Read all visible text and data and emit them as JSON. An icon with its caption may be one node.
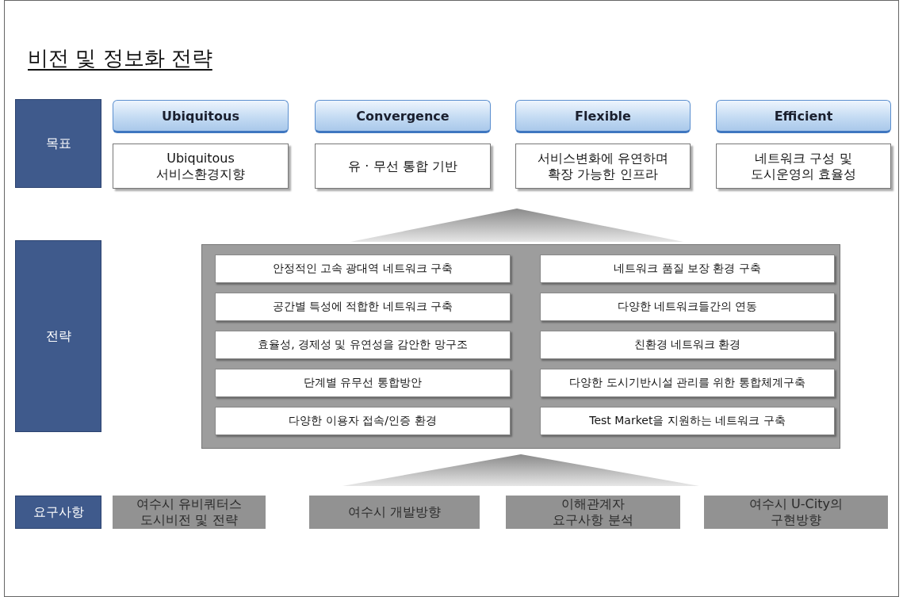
{
  "diagram": {
    "title": "비전 및 정보화 전략",
    "nodes": [
      {
        "text": [
          "목표"
        ]
      },
      {
        "text": [
          "Ubiquitous"
        ]
      },
      {
        "text": [
          "Convergence"
        ]
      },
      {
        "text": [
          "Flexible"
        ]
      },
      {
        "text": [
          "Efficient"
        ]
      },
      {
        "text": [
          "Ubiquitous 서비스환경지향"
        ]
      },
      {
        "text": [
          "유 · 무선 통합 기반"
        ]
      },
      {
        "text": [
          "서비스변화에 유연하며 확장 가능한 인프라"
        ]
      },
      {
        "text": [
          "네트워크 구성 및 도시운영의 효율성"
        ]
      },
      {
        "text": [
          "전략"
        ]
      },
      {
        "text": [],
        "shape": "box"
      },
      {
        "text": [
          "안정적인 고속 광대역 네트워크 구축"
        ],
        "in": 10
      },
      {
        "text": [
          "네트워크 품질 보장 환경 구축"
        ],
        "in": 10
      },
      {
        "text": [
          "공간별 특성에 적합한 네트워크 구축"
        ],
        "in": 10
      },
      {
        "text": [
          "다양한 네트워크들간의 연동"
        ],
        "in": 10
      },
      {
        "text": [
          "효율성, 경제성 및 유연성을 감안한 망구조"
        ],
        "in": 10
      },
      {
        "text": [
          "친환경 네트워크 환경"
        ],
        "in": 10
      },
      {
        "text": [
          "단계별 유무선 통합방안"
        ],
        "in": 10
      },
      {
        "text": [
          "다양한 도시기반시설 관리를 위한 통합체계구축"
        ],
        "in": 10
      },
      {
        "text": [
          "다양한 이용자 접속/인증 환경"
        ],
        "in": 10
      },
      {
        "text": [
          "Test Market을 지원하는 네트워크 구축"
        ],
        "in": 10
      },
      {
        "text": [
          "요구사항"
        ]
      },
      {
        "text": [
          "여수시 유비쿼터스 도시비전 및 전략"
        ]
      },
      {
        "text": [
          "여수시 개발방향"
        ]
      },
      {
        "text": [
          "이해관계자 요구사항 분석"
        ]
      },
      {
        "text": [
          "여수시 U-City의 구현방향"
        ]
      },
      {
        "text": [],
        "shape": "triangle"
      },
      {
        "text": [],
        "shape": "triangle"
      }
    ]
  }
}
